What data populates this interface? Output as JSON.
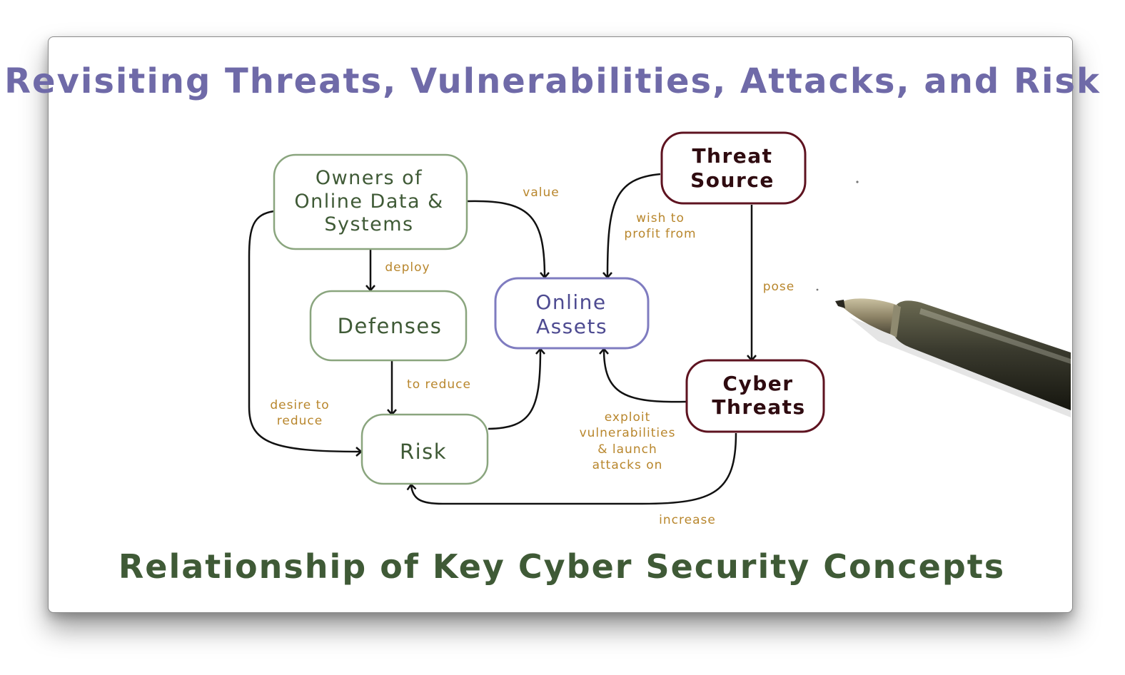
{
  "title": "Revisiting Threats, Vulnerabilities, Attacks, and Risk",
  "subtitle": "Relationship of Key Cyber Security Concepts",
  "colors": {
    "title": "#6f6aa8",
    "subtitle": "#3f5a36",
    "green_node": "#8aa57e",
    "green_text": "#3f5a36",
    "purple_node": "#7f7cc0",
    "purple_text": "#4e4b91",
    "maroon_node": "#5e1320",
    "maroon_text": "#2f0b10",
    "edge_label": "#b8862c",
    "arrow": "#111111"
  },
  "nodes": {
    "owners": {
      "lines": [
        "Owners of",
        "Online Data &",
        "Systems"
      ]
    },
    "defenses": {
      "lines": [
        "Defenses"
      ]
    },
    "risk": {
      "lines": [
        "Risk"
      ]
    },
    "assets": {
      "lines": [
        "Online",
        "Assets"
      ]
    },
    "threat_source": {
      "lines": [
        "Threat",
        "Source"
      ]
    },
    "cyber_threats": {
      "lines": [
        "Cyber",
        "Threats"
      ]
    }
  },
  "edge_labels": {
    "value": "value",
    "deploy": "deploy",
    "wish_to_profit": [
      "wish to",
      "profit from"
    ],
    "pose": "pose",
    "to_reduce": "to reduce",
    "desire_to_reduce": [
      "desire to",
      "reduce"
    ],
    "exploit": [
      "exploit",
      "vulnerabilities",
      "& launch",
      "attacks on"
    ],
    "increase": "increase"
  },
  "pen_icon": "pen-pointer-icon"
}
